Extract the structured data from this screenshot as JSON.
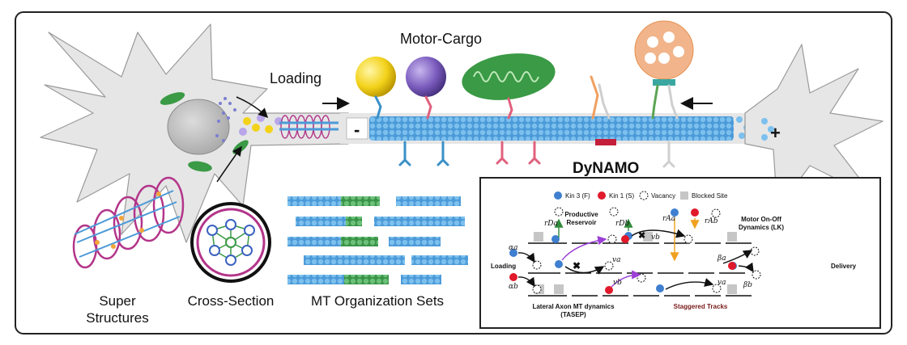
{
  "labels": {
    "motor_cargo": "Motor-Cargo",
    "loading": "Loading",
    "minus": "-",
    "plus": "+",
    "dynamo": "DyNAMO",
    "super_line1": "Super",
    "super_line2": "Structures",
    "cross_section": "Cross-Section",
    "mt_sets": "MT Organization Sets"
  },
  "legend": {
    "kin3": "Kin 3 (F)",
    "kin1": "Kin 1 (S)",
    "vacancy": "Vacancy",
    "blocked": "Blocked Site"
  },
  "panel": {
    "productive_line1": "Productive",
    "productive_line2": "Reservoir",
    "motor_line1": "Motor On-Off",
    "motor_line2": "Dynamics (LK)",
    "loading": "Loading",
    "delivery": "Delivery",
    "lateral_line1": "Lateral Axon MT dynamics",
    "lateral_line2": "(TASEP)",
    "staggered": "Staggered Tracks"
  },
  "symbols": {
    "alpha_a": "αa",
    "alpha_b": "αb",
    "r_d_a": "rDa",
    "r_d_b": "rDb",
    "r_a_a": "rAa",
    "r_a_b": "rAb",
    "v_a": "va",
    "v_b": "vb",
    "v_b2": "vb",
    "v_a2": "va",
    "beta_a": "βa",
    "beta_b": "βb"
  },
  "colors": {
    "kin3": "#3f7fd0",
    "kin1": "#e0192b",
    "microtubule": "#5aa6dd",
    "mt_green": "#3f9e4a",
    "neuron": "#e6e6e6",
    "mitochondria": "#3a9a45",
    "purple_arrow": "#9b3fd6",
    "green_arrow": "#2f8a3a",
    "orange_arrow": "#f0a020",
    "staggered_text": "#7a1a1a"
  }
}
